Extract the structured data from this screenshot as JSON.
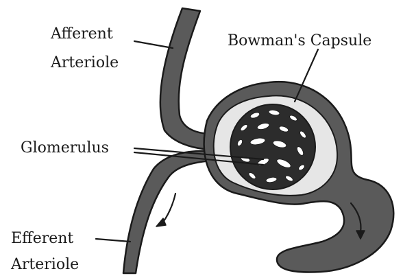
{
  "labels": {
    "afferent_line1": "Afferent",
    "afferent_line2": "Arteriole",
    "bowmans": "Bowman's Capsule",
    "glomerulus": "Glomerulus",
    "efferent_line1": "Efferent",
    "efferent_line2": "Arteriole"
  },
  "colors": {
    "ink": "#1a1a1a",
    "vessel": "#5a5a5a",
    "capsule_space": "#e6e6e6",
    "glomerulus_fill": "#2c2c2c",
    "background": "#ffffff"
  }
}
